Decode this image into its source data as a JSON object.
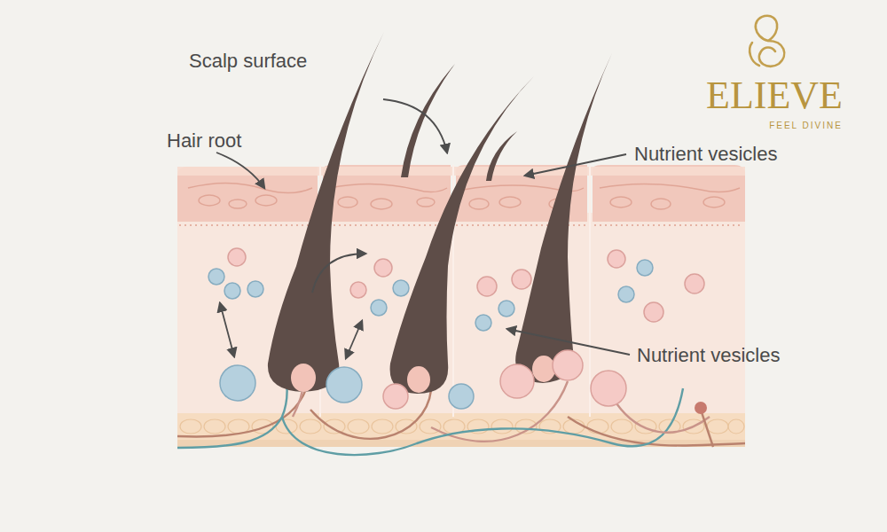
{
  "diagram": {
    "labels": [
      "Scalp surface",
      "Hair root",
      "Nutrient vesicles",
      "Nutrient vesicles",
      "ELIEVE",
      "FEEL DIVINE"
    ]
  }
}
